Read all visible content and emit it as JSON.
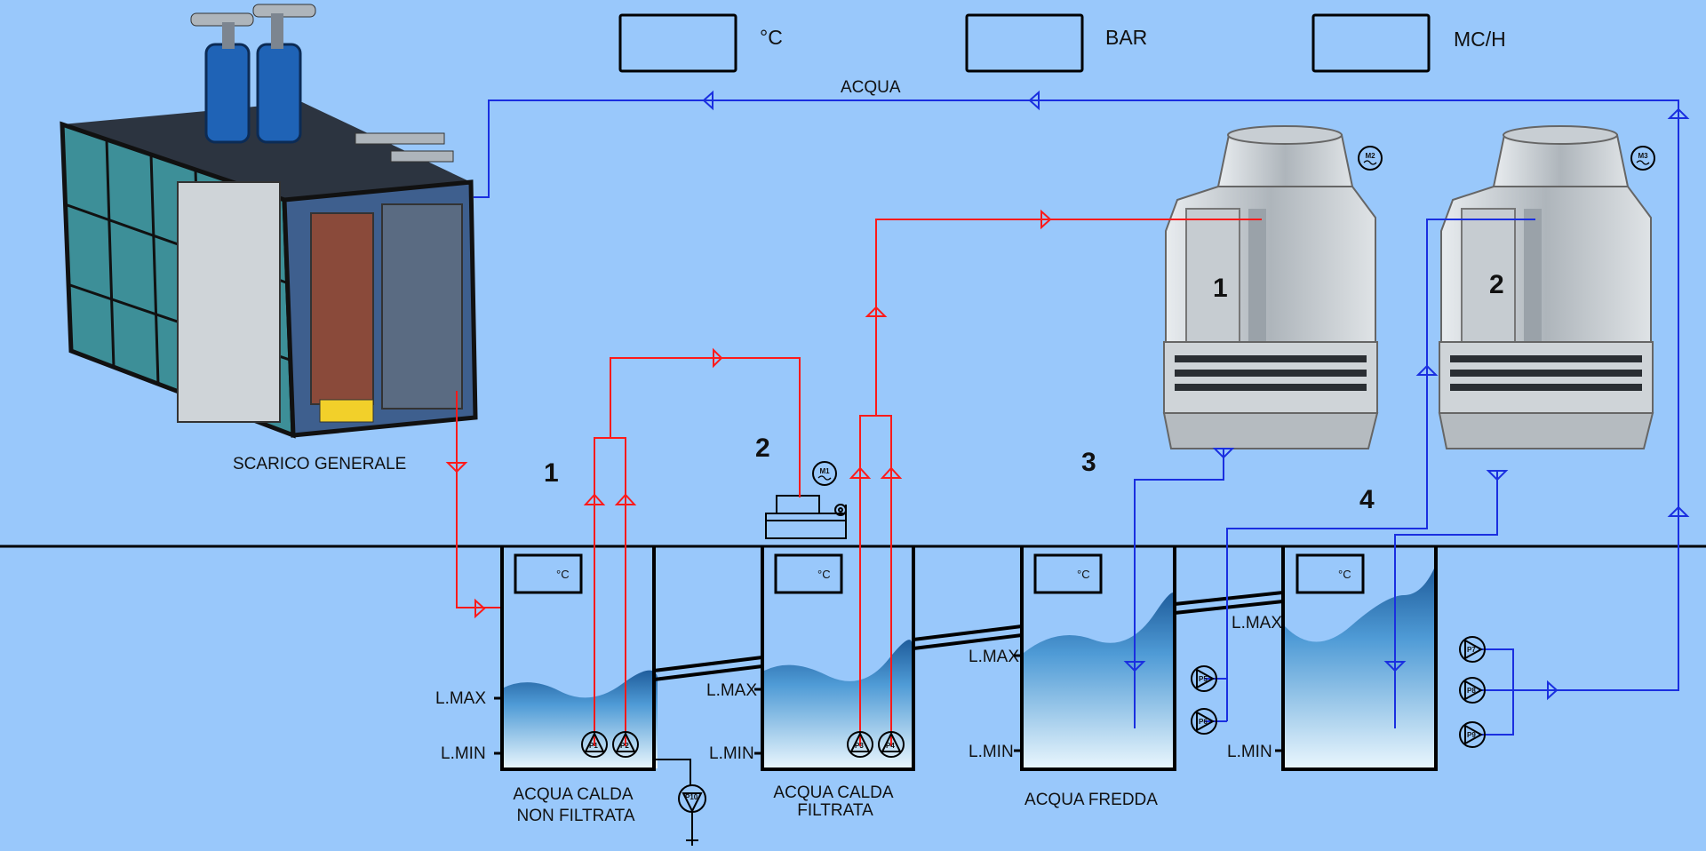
{
  "readouts": [
    {
      "unit": "°C"
    },
    {
      "unit": "BAR"
    },
    {
      "unit": "MC/H"
    }
  ],
  "pipe_labels": {
    "water": "ACQUA",
    "drain": "SCARICO GENERALE"
  },
  "section_numbers": [
    "1",
    "2",
    "3",
    "4"
  ],
  "towers": [
    {
      "number": "1",
      "motor": "M2"
    },
    {
      "number": "2",
      "motor": "M3"
    }
  ],
  "filter_motor": "M1",
  "tanks": [
    {
      "name": "ACQUA CALDA",
      "name2": "NON FILTRATA",
      "temp_unit": "°C",
      "level_max": "L.MAX",
      "level_min": "L.MIN"
    },
    {
      "name": "ACQUA CALDA",
      "name2": "FILTRATA",
      "temp_unit": "°C",
      "level_max": "L.MAX",
      "level_min": "L.MIN"
    },
    {
      "name": "ACQUA FREDDA",
      "name2": "",
      "temp_unit": "°C",
      "level_max": "L.MAX",
      "level_min": "L.MIN"
    },
    {
      "name": "",
      "name2": "",
      "temp_unit": "°C",
      "level_max": "L.MAX",
      "level_min": "L.MIN"
    }
  ],
  "pumps": [
    "P1",
    "P2",
    "P3",
    "P4",
    "P5",
    "P6",
    "P7",
    "P8",
    "P9",
    "P10"
  ],
  "colors": {
    "background": "#99c8fb",
    "hot_pipe": "#ff1a1a",
    "cold_pipe": "#1a2fe0",
    "water_dark": "#1f5d9c",
    "water_light": "#e9f6fd"
  }
}
